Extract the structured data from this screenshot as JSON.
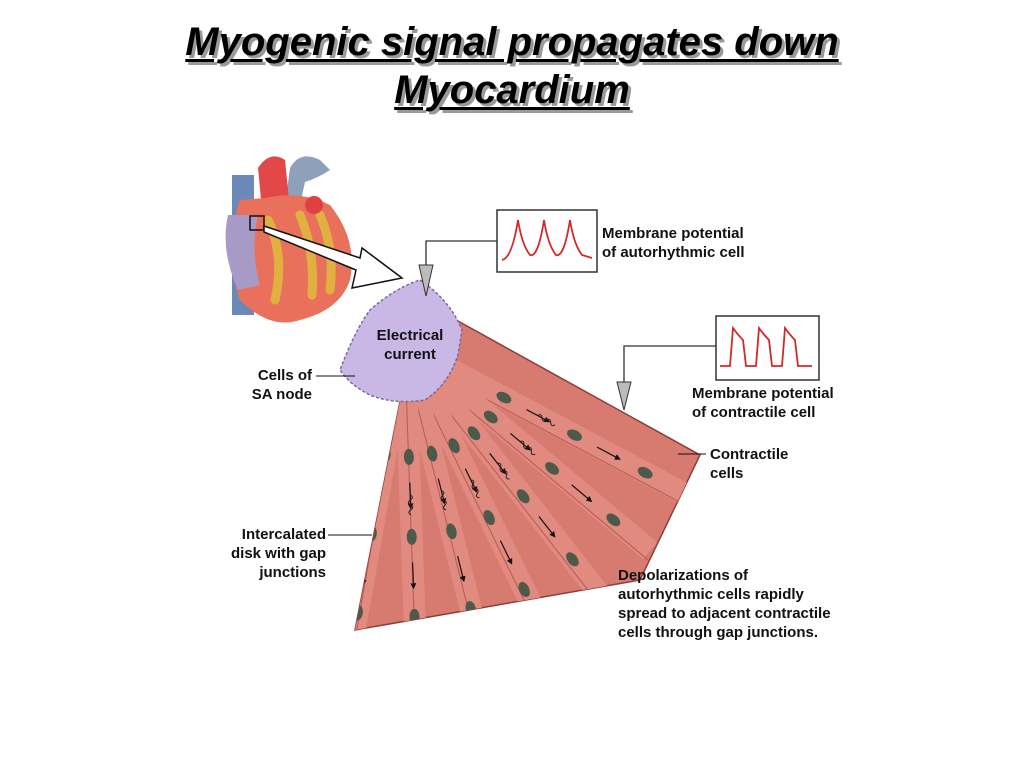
{
  "title": {
    "line1": "Myogenic signal propagates down",
    "line2": "Myocardium"
  },
  "labels": {
    "electrical_current_1": "Electrical",
    "electrical_current_2": "current",
    "sa_node_1": "Cells of",
    "sa_node_2": "SA node",
    "autorhythmic_potential_1": "Membrane potential",
    "autorhythmic_potential_2": "of autorhythmic cell",
    "contractile_potential_1": "Membrane potential",
    "contractile_potential_2": "of contractile cell",
    "contractile_cells_1": "Contractile",
    "contractile_cells_2": "cells",
    "intercalated_1": "Intercalated",
    "intercalated_2": "disk with gap",
    "intercalated_3": "junctions",
    "depolarization_1": "Depolarizations of",
    "depolarization_2": "autorhythmic cells rapidly",
    "depolarization_3": "spread to adjacent contractile",
    "depolarization_4": "cells through gap junctions."
  },
  "colors": {
    "muscle": "#e08a80",
    "muscle_dark": "#b85a52",
    "sa_node": "#c9b7e6",
    "trace": "#d22a2a",
    "nucleus": "#4d5a4a"
  }
}
